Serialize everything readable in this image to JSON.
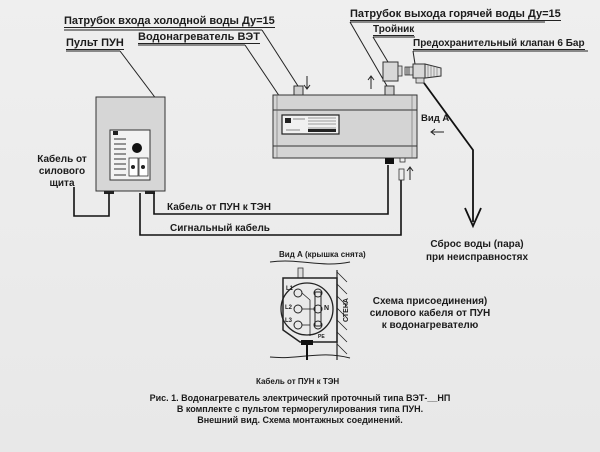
{
  "labels": {
    "cold_inlet": "Патрубок входа холодной   воды Ду=15",
    "hot_outlet": "Патрубок выхода горячей  воды Ду=15",
    "tee": "Тройник",
    "safety_valve": "Предохранительный клапан 6 Бар",
    "control_panel": "Пульт ПУН",
    "water_heater": "Водонагреватель ВЭТ",
    "power_cable_line1": "Кабель от",
    "power_cable_line2": "силового",
    "power_cable_line3": "щита",
    "cable_pun_ten": "Кабель от ПУН к ТЭН",
    "signal_cable": "Сигнальный кабель",
    "view_a": "Вид А",
    "discharge_line1": "Сброс воды (пара)",
    "discharge_line2": "при неисправностях",
    "view_a_cover": "Вид А (крышка снята)",
    "wall": "СТЕНА",
    "connection_line1": "Схема присоединения)",
    "connection_line2": "силового кабеля от ПУН",
    "connection_line3": "к водонагревателю",
    "cable_pun_ten_bottom": "Кабель от ПУН к ТЭН",
    "terminal_l1": "L1",
    "terminal_l2": "L2",
    "terminal_l3": "L3",
    "terminal_n": "N",
    "terminal_pe": "PE"
  },
  "caption": {
    "line1": "Рис. 1. Водонагреватель электрический  проточный типа ВЭТ-__НП",
    "line2": "В комплекте с пультом терморегулирования типа ПУН.",
    "line3": "Внешний вид. Схема монтажных соединений."
  },
  "colors": {
    "background": "#ececec",
    "ink": "#1c1c1c",
    "device_body": "#d9d9d9"
  }
}
